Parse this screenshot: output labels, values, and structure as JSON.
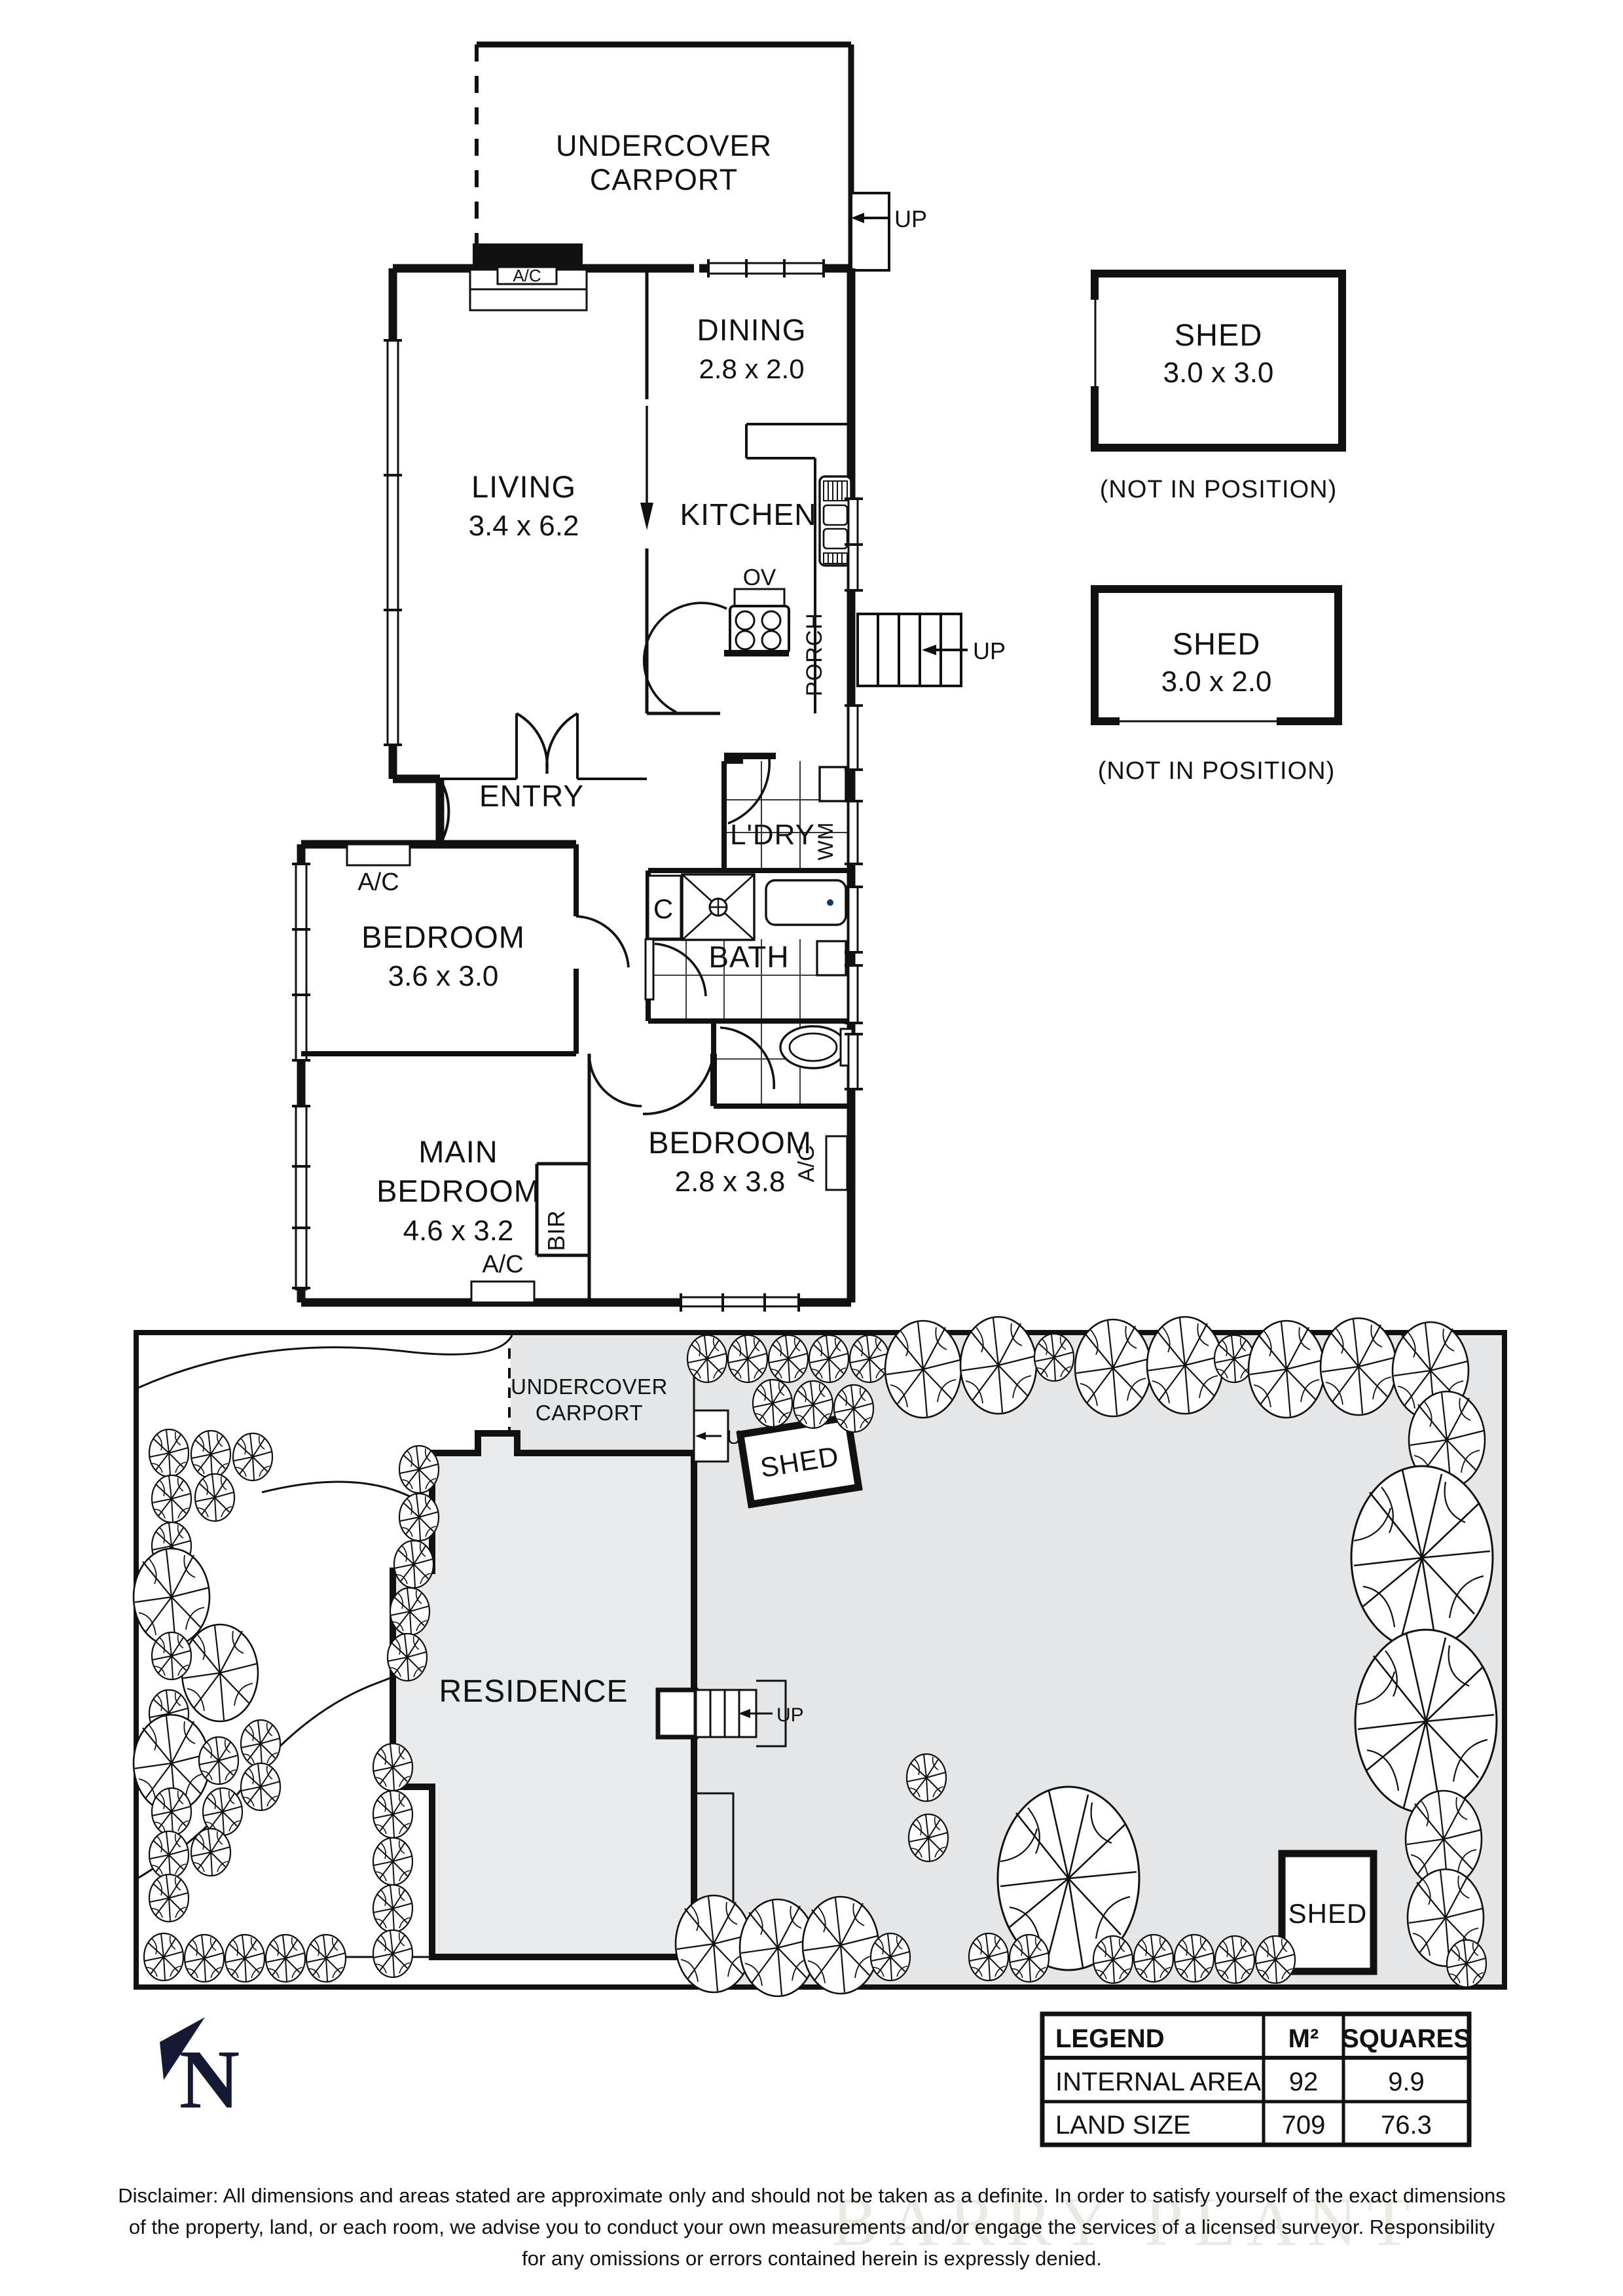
{
  "document": {
    "type": "real-estate-floor-plan",
    "watermark": "BARRY PLANT"
  },
  "floor_plan": {
    "carport": {
      "label_line1": "UNDERCOVER",
      "label_line2": "CARPORT"
    },
    "stairs_up_carport": "UP",
    "stairs_up_porch": "UP",
    "rooms": [
      {
        "name": "LIVING",
        "dims": "3.4 x 6.2"
      },
      {
        "name": "DINING",
        "dims": "2.8 x 2.0"
      },
      {
        "name": "KITCHEN",
        "dims": ""
      },
      {
        "name": "ENTRY",
        "dims": ""
      },
      {
        "name": "L'DRY",
        "dims": ""
      },
      {
        "name": "BATH",
        "dims": ""
      },
      {
        "name": "BEDROOM",
        "dims": "3.6 x 3.0"
      },
      {
        "name": "MAIN BEDROOM",
        "dims": "4.6 x 3.2"
      },
      {
        "name": "BEDROOM",
        "dims": "2.8 x 3.8"
      }
    ],
    "labels": {
      "living": "LIVING",
      "living_dims": "3.4 x 6.2",
      "dining": "DINING",
      "dining_dims": "2.8 x 2.0",
      "kitchen": "KITCHEN",
      "oven": "OV",
      "porch": "PORCH",
      "entry": "ENTRY",
      "laundry": "L'DRY",
      "washing_machine": "WM",
      "bath": "BATH",
      "cupboard": "C",
      "bedroom2": "BEDROOM",
      "bedroom2_dims": "3.6 x 3.0",
      "main_bedroom_line1": "MAIN",
      "main_bedroom_line2": "BEDROOM",
      "main_bedroom_dims": "4.6 x 3.2",
      "bedroom3": "BEDROOM",
      "bedroom3_dims": "2.8 x 3.8",
      "bir": "BIR",
      "ac_living": "A/C",
      "ac_bedroom2": "A/C",
      "ac_main_bedroom": "A/C",
      "ac_bedroom3": "A/C"
    }
  },
  "detached_structures": [
    {
      "name": "SHED",
      "dims": "3.0 x 3.0",
      "note": "(NOT IN POSITION)"
    },
    {
      "name": "SHED",
      "dims": "3.0 x 2.0",
      "note": "(NOT IN POSITION)"
    }
  ],
  "site_plan": {
    "residence_label": "RESIDENCE",
    "carport_line1": "UNDERCOVER",
    "carport_line2": "CARPORT",
    "up_carport": "UP",
    "up_porch": "UP",
    "shed_upper": "SHED",
    "shed_lower": "SHED"
  },
  "compass": {
    "letter": "N",
    "color": "#141a33"
  },
  "legend": {
    "headers": [
      "LEGEND",
      "M²",
      "SQUARES"
    ],
    "rows": [
      {
        "label": "INTERNAL AREA",
        "m2": "92",
        "squares": "9.9"
      },
      {
        "label": "LAND SIZE",
        "m2": "709",
        "squares": "76.3"
      }
    ]
  },
  "disclaimer": {
    "line1": "Disclaimer: All dimensions and areas stated are approximate only and should not be taken as a definite. In order to satisfy yourself of the exact dimensions",
    "line2": "of the property, land, or each room, we advise you to conduct your own measurements and/or engage the services of a licensed surveyor. Responsibility",
    "line3": "for any omissions or errors contained herein is expressly denied."
  }
}
